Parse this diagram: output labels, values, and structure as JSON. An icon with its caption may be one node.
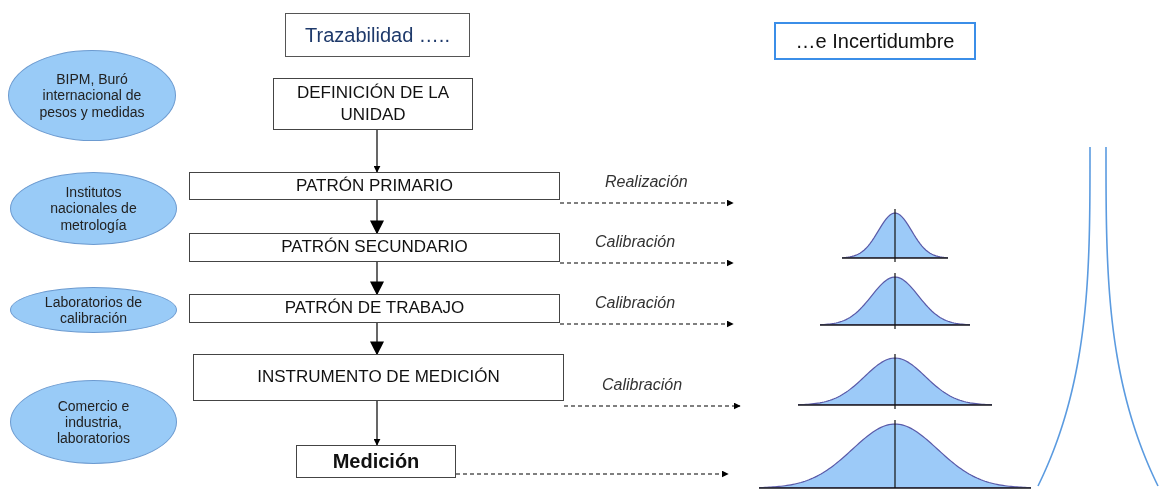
{
  "diagram": {
    "nodes": [
      {
        "text": [
          "Trazabilidad ….."
        ]
      },
      {
        "text": [
          "…e Incertidumbre"
        ]
      },
      {
        "text": [
          "BIPM, Buró internacional de pesos y medidas"
        ]
      },
      {
        "text": [
          "DEFINICIÓN DE LA UNIDAD"
        ]
      },
      {
        "text": [
          "Institutos nacionales de metrología"
        ]
      },
      {
        "text": [
          "PATRÓN PRIMARIO"
        ]
      },
      {
        "text": [
          "PATRÓN SECUNDARIO"
        ]
      },
      {
        "text": [
          "Laboratorios de calibración"
        ]
      },
      {
        "text": [
          "PATRÓN DE TRABAJO"
        ]
      },
      {
        "text": [
          "Comercio e industria, laboratorios"
        ]
      },
      {
        "text": [
          "INSTRUMENTO DE MEDICIÓN"
        ]
      },
      {
        "text": [
          "Medición"
        ]
      }
    ],
    "edges": [
      {
        "from": 3,
        "to": 5,
        "arrow": "to"
      },
      {
        "from": 5,
        "to": 6,
        "arrow": "to"
      },
      {
        "from": 6,
        "to": 8,
        "arrow": "to"
      },
      {
        "from": 8,
        "to": 10,
        "arrow": "to"
      },
      {
        "from": 10,
        "to": 11,
        "arrow": "to"
      },
      {
        "from": 5,
        "to": null,
        "arrow": "to",
        "style": "dashed",
        "label": "Realización"
      },
      {
        "from": 6,
        "to": null,
        "arrow": "to",
        "style": "dashed",
        "label": "Calibración"
      },
      {
        "from": 8,
        "to": null,
        "arrow": "to",
        "style": "dashed",
        "label": "Calibración"
      },
      {
        "from": 10,
        "to": null,
        "arrow": "to",
        "style": "dashed",
        "label": "Calibración"
      },
      {
        "from": 11,
        "to": null,
        "arrow": "to",
        "style": "dashed"
      }
    ]
  }
}
